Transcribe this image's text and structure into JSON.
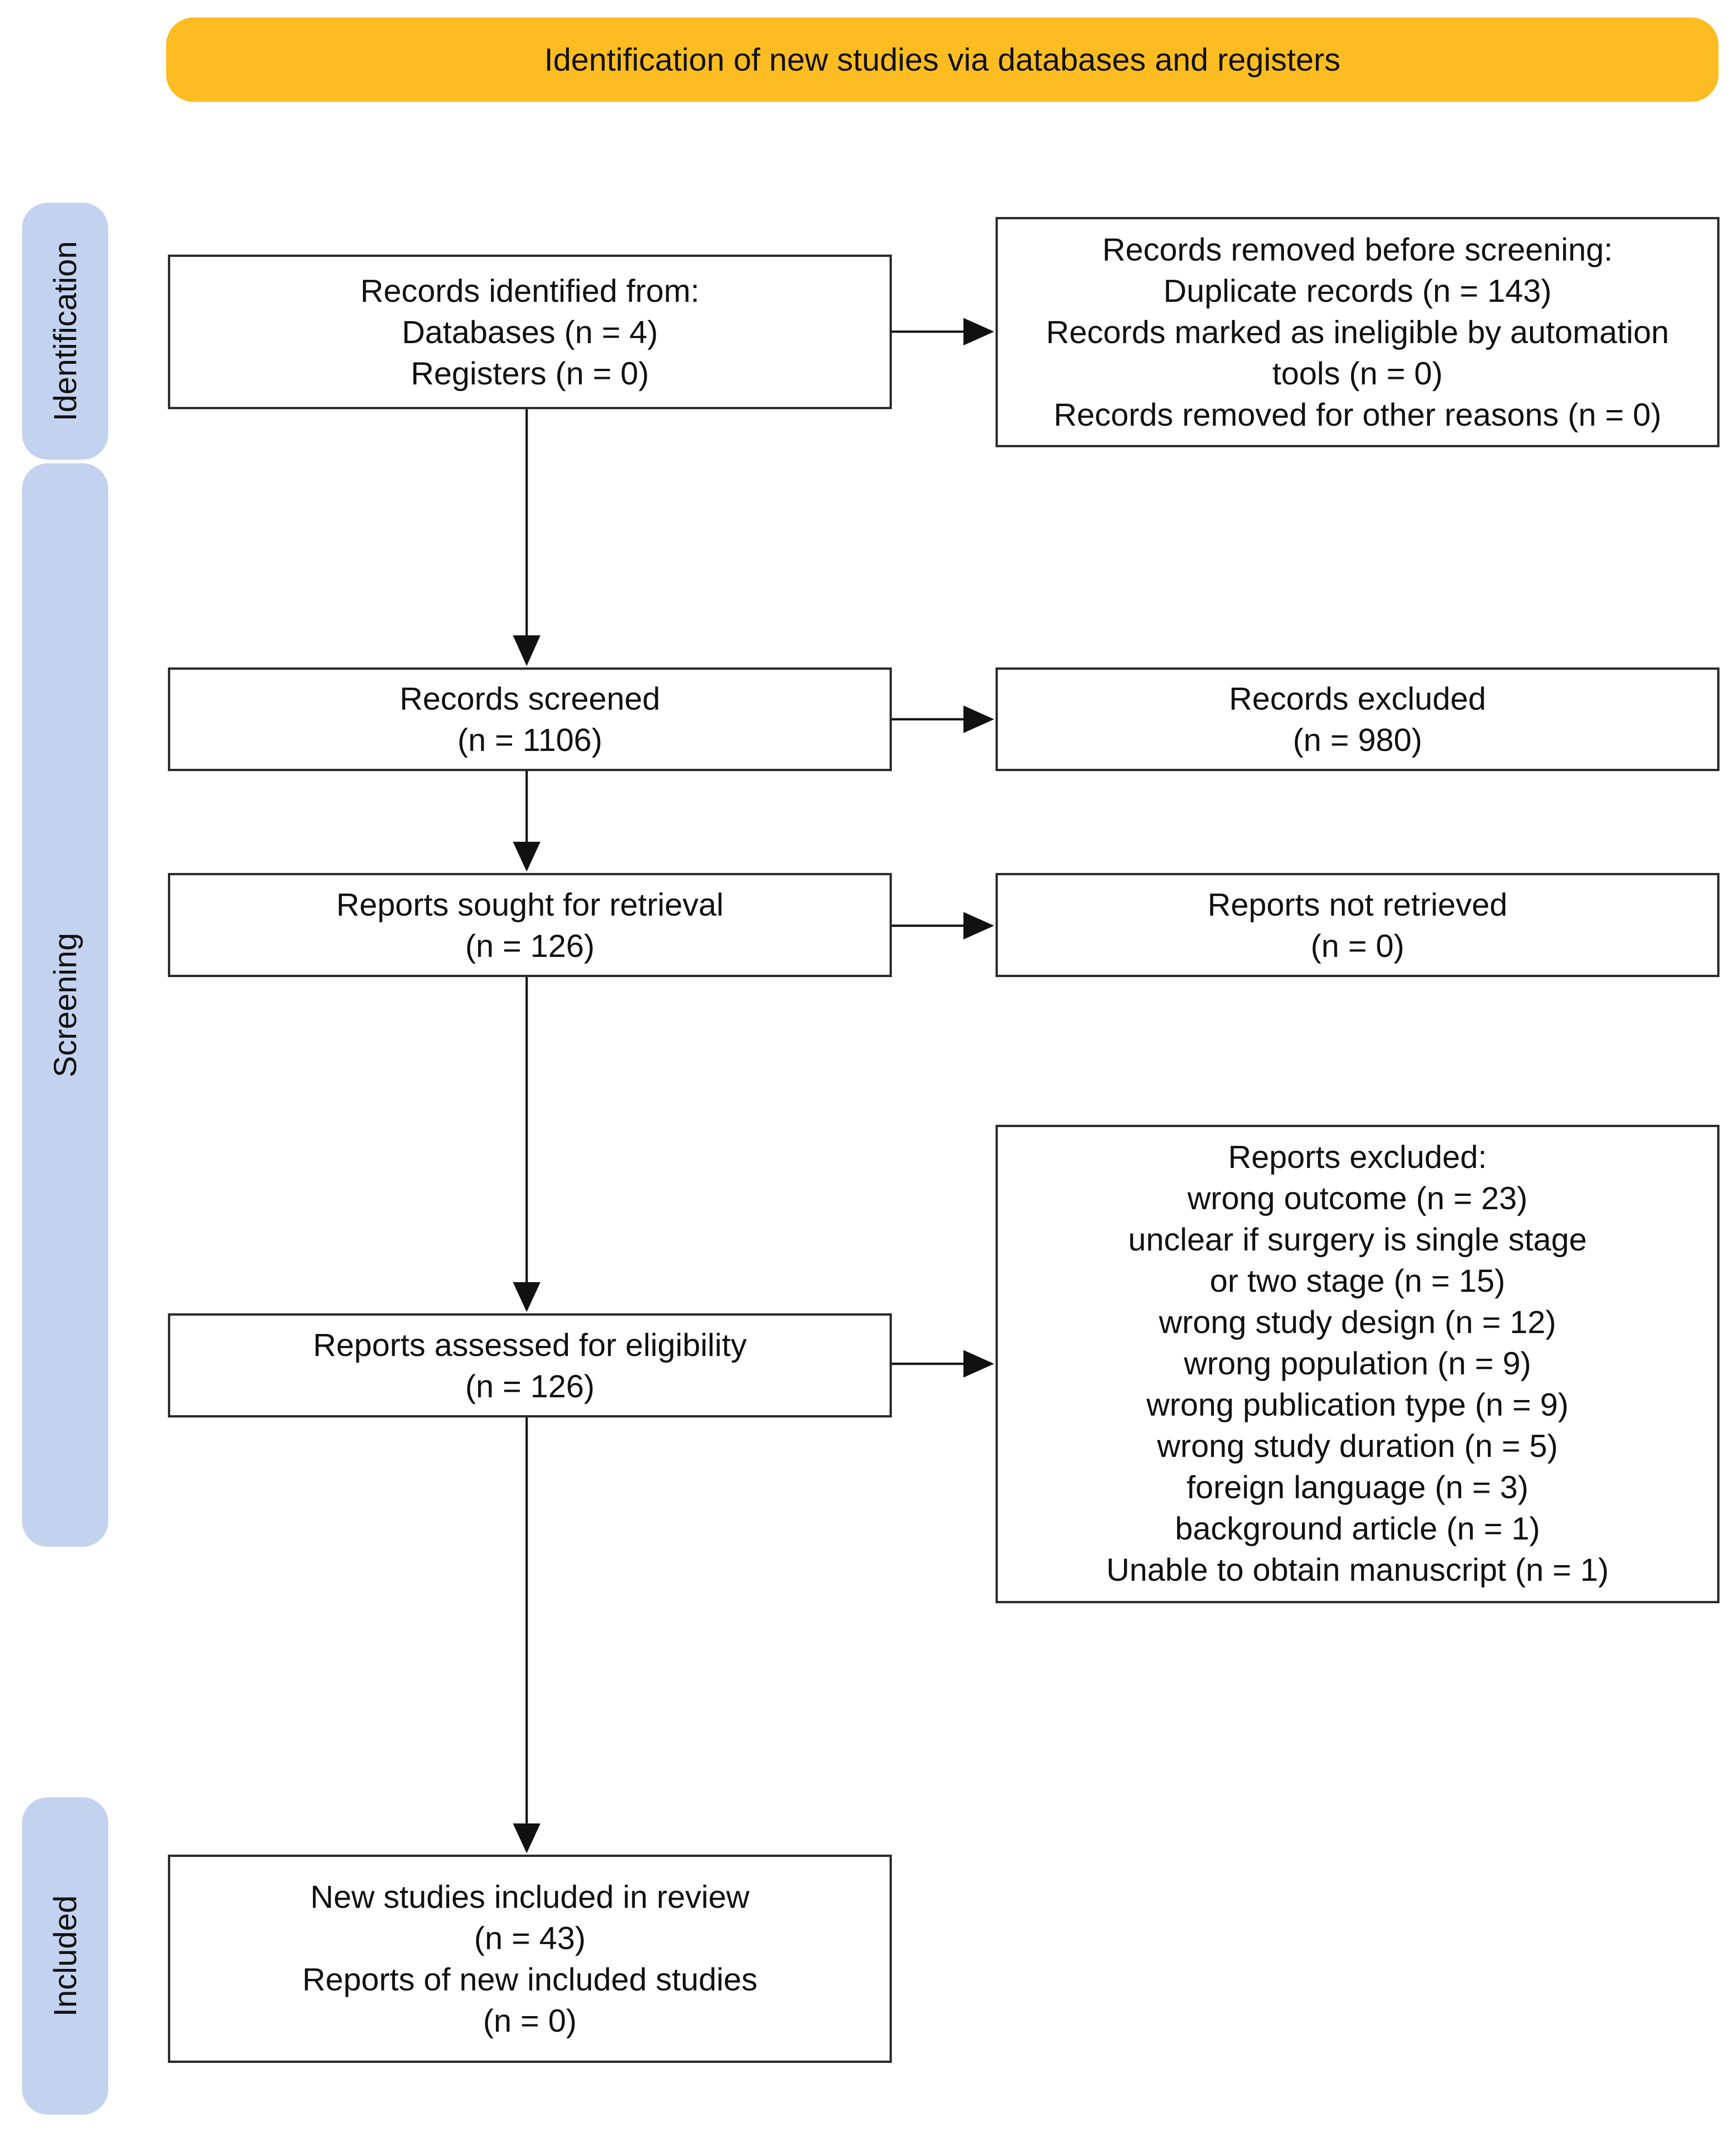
{
  "colors": {
    "header_fill": "#fdbd22",
    "side_tab_fill": "#c3d3ef",
    "box_border": "#2b2b2b",
    "arrow": "#111111"
  },
  "header": {
    "label": "Identification of new studies via databases and registers"
  },
  "side_tabs": {
    "identification": "Identification",
    "screening": "Screening",
    "included": "Included"
  },
  "boxes": {
    "records_identified": {
      "lines": [
        "Records identified from:",
        "Databases (n = 4)",
        "Registers (n = 0)"
      ]
    },
    "records_removed": {
      "lines": [
        "Records removed before screening:",
        "Duplicate records (n = 143)",
        "Records marked as ineligible by automation",
        "tools (n = 0)",
        "Records removed for other reasons (n = 0)"
      ]
    },
    "records_screened": {
      "lines": [
        "Records screened",
        "(n = 1106)"
      ]
    },
    "records_excluded": {
      "lines": [
        "Records excluded",
        "(n = 980)"
      ]
    },
    "reports_sought": {
      "lines": [
        "Reports sought for retrieval",
        "(n = 126)"
      ]
    },
    "reports_not_retrieved": {
      "lines": [
        "Reports not retrieved",
        "(n = 0)"
      ]
    },
    "reports_assessed": {
      "lines": [
        "Reports assessed for eligibility",
        "(n = 126)"
      ]
    },
    "reports_excluded": {
      "lines": [
        "Reports excluded:",
        "wrong outcome (n =  23)",
        "unclear if surgery is single stage",
        "or two stage (n =  15)",
        "wrong study design (n =  12)",
        "wrong population (n =  9)",
        "wrong publication type (n =  9)",
        "wrong study duration (n =  5)",
        "foreign language (n =  3)",
        "background article (n =  1)",
        "Unable to obtain manuscript (n =  1)"
      ]
    },
    "studies_included": {
      "lines": [
        "New studies included in review",
        "(n = 43)",
        "Reports of new included studies",
        "(n = 0)"
      ]
    }
  }
}
